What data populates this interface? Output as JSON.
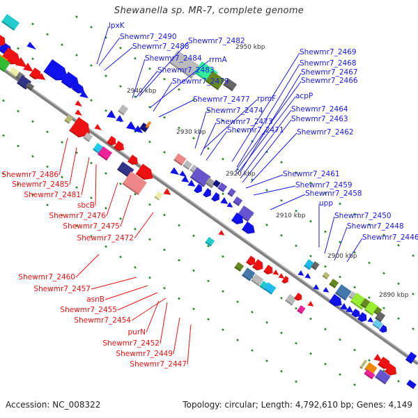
{
  "title": "Shewanella sp. MR-7, complete genome",
  "footer": {
    "accession": "Accession: NC_008322",
    "summary": "Topology: circular; Length: 4,792,610 bp; Genes: 4,149"
  },
  "colors": {
    "forward_label": "#1a1aee",
    "reverse_label": "#ee1111",
    "backbone": "#888888",
    "tick": "#228822"
  },
  "kbp_markers": [
    "2950 kbp",
    "2940 kbp",
    "2930 kbp",
    "2920 kbp",
    "2910 kbp",
    "2900 kbp",
    "2890 kbp"
  ],
  "forward_labels": [
    "lpxK",
    "Shewmr7_2490",
    "Shewmr7_2488",
    "Shewmr7_2482",
    "Shewmr7_2484",
    "rrmA",
    "Shewmr7_2483",
    "Shewmr7_2479",
    "Shewmr7_2477",
    "rpmF",
    "Shewmr7_2474",
    "Shewmr7_2473",
    "Shewmr7_2471",
    "Shewmr7_2469",
    "Shewmr7_2468",
    "Shewmr7_2467",
    "Shewmr7_2466",
    "acpP",
    "Shewmr7_2464",
    "Shewmr7_2463",
    "Shewmr7_2462",
    "Shewmr7_2461",
    "Shewmr7_2459",
    "Shewmr7_2458",
    "upp",
    "Shewmr7_2450",
    "Shewmr7_2448",
    "Shewmr7_2446"
  ],
  "reverse_labels": [
    "Shewmr7_2486",
    "Shewmr7_2485",
    "Shewmr7_2481",
    "sbcB",
    "Shewmr7_2476",
    "Shewmr7_2475",
    "Shewmr7_2472",
    "Shewmr7_2460",
    "Shewmr7_2457",
    "asnB",
    "Shewmr7_2455",
    "Shewmr7_2454",
    "purN",
    "Shewmr7_2452",
    "Shewmr7_2449",
    "Shewmr7_2447"
  ]
}
